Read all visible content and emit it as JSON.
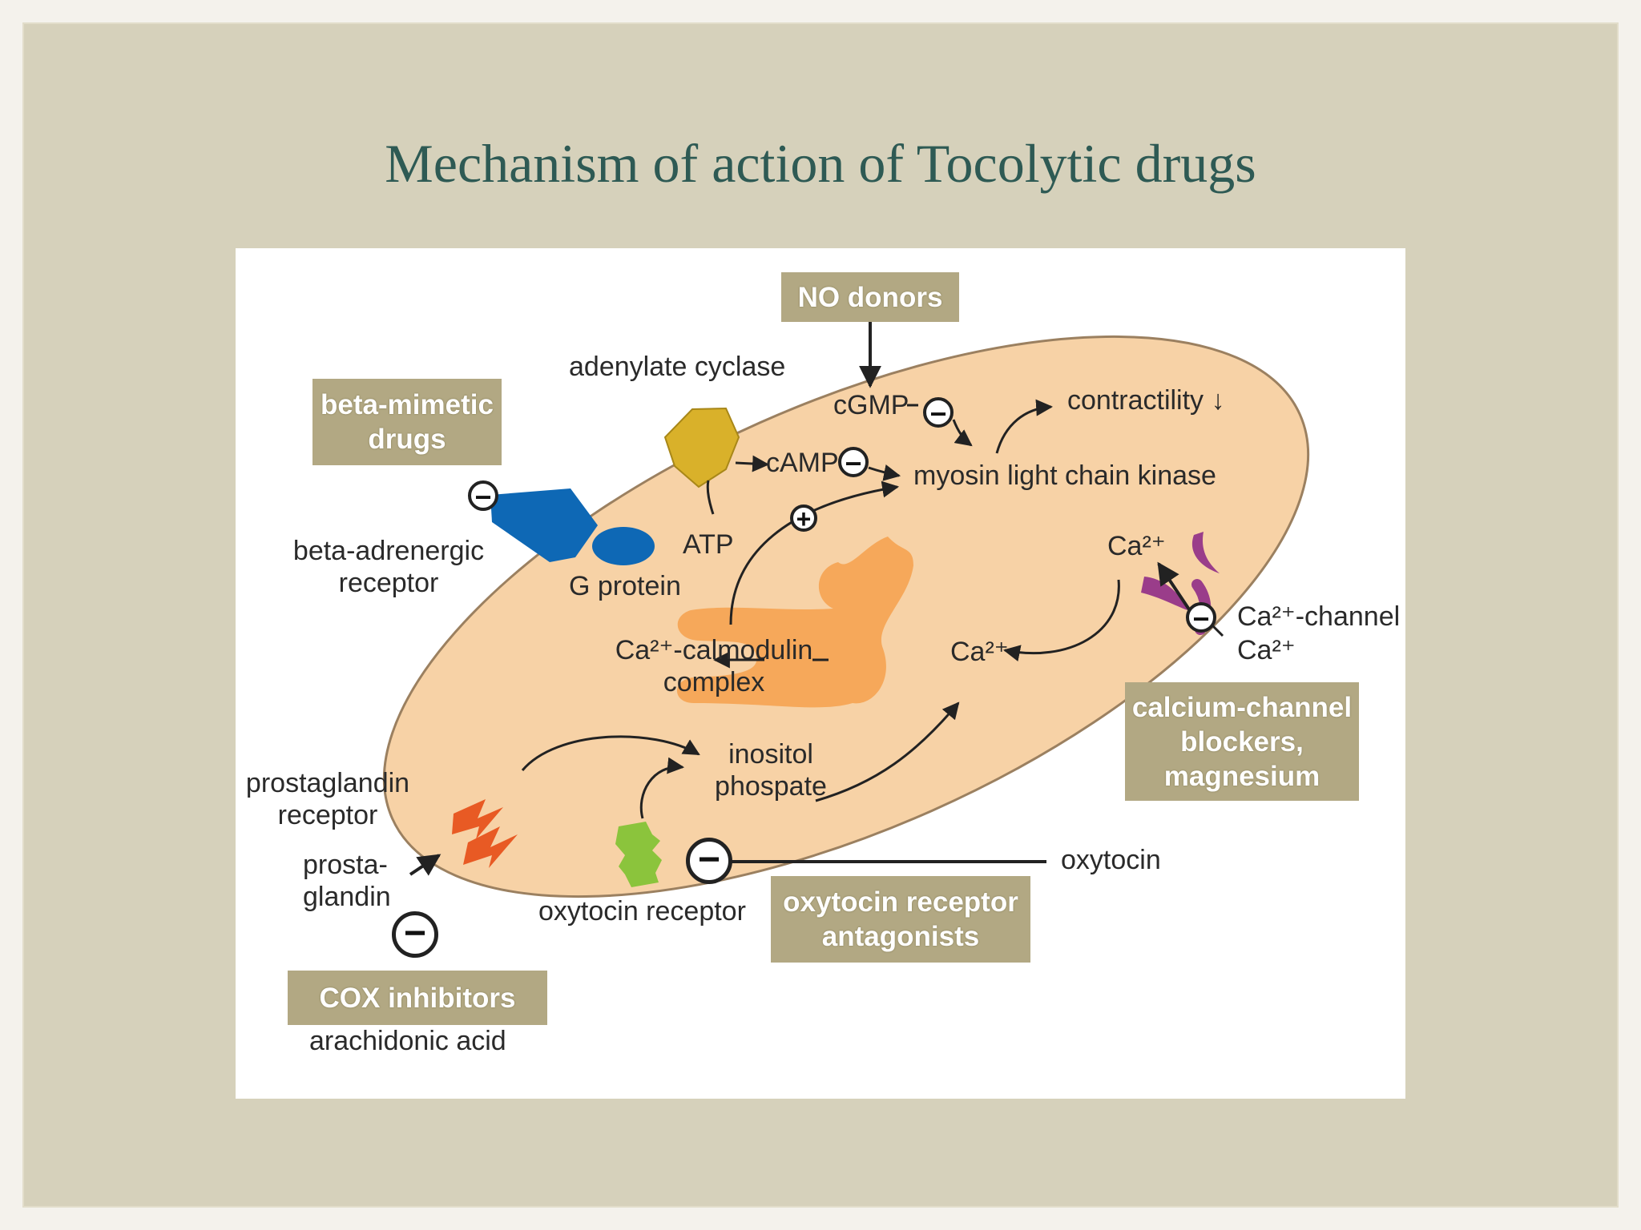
{
  "title": "Mechanism of action of Tocolytic drugs",
  "drug_boxes": {
    "no_donors": "NO donors",
    "beta_mimetic_line1": "beta-mimetic",
    "beta_mimetic_line2": "drugs",
    "calcium_line1": "calcium-channel",
    "calcium_line2": "blockers,",
    "calcium_line3": "magnesium",
    "oxytocin_antag_line1": "oxytocin receptor",
    "oxytocin_antag_line2": "antagonists",
    "cox": "COX inhibitors"
  },
  "labels": {
    "adenylate_cyclase": "adenylate cyclase",
    "cgmp": "cGMP",
    "contractility": "contractility ↓",
    "camp": "cAMP",
    "mlck": "myosin light chain kinase",
    "beta_receptor_line1": "beta-adrenergic",
    "beta_receptor_line2": "receptor",
    "g_protein": "G protein",
    "atp": "ATP",
    "ca_top": "Ca²⁺",
    "ca_channel": "Ca²⁺-channel",
    "ca_outside": "Ca²⁺",
    "ca_calmodulin_line1": "Ca²⁺-calmodulin",
    "ca_calmodulin_line2": "complex",
    "ca_er": "Ca²⁺",
    "inositol_line1": "inositol",
    "inositol_line2": "phospate",
    "pg_receptor_line1": "prostaglandin",
    "pg_receptor_line2": "receptor",
    "prosta_line1": "prosta-",
    "prosta_line2": "glandin",
    "oxytocin_receptor": "oxytocin receptor",
    "oxytocin": "oxytocin",
    "arachidonic_acid": "arachidonic acid"
  },
  "symbols": {
    "minus": "−",
    "plus": "+"
  },
  "colors": {
    "cell": "#f7d2a6",
    "adenylate_cyclase": "#d9b12a",
    "receptor_blue": "#0e68b5",
    "er_orange": "#f6a85a",
    "ca_channel": "#9a3d8a",
    "pg_receptor": "#e85a24",
    "oxytocin_receptor": "#8bc43c",
    "drug_box": "#b2a883",
    "title": "#2e5a54"
  }
}
